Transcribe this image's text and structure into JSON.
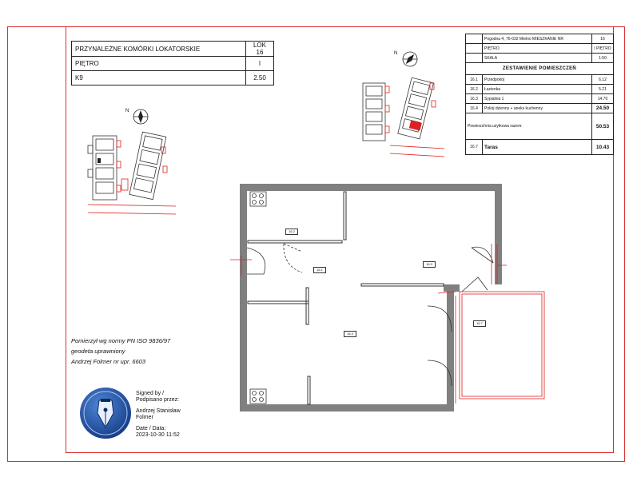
{
  "locker_table": {
    "rows": [
      {
        "label": "PRZYNALEŻNE KOMÓRKI LOKATORSKIE",
        "value": "LOK 16"
      },
      {
        "label": "PIĘTRO",
        "value": "I"
      },
      {
        "label": "K9",
        "value": "2.50"
      }
    ]
  },
  "info_table": {
    "address": {
      "label": "Pogodna 4, 76-032 Mielno MIESZKANIE NR",
      "value": "16"
    },
    "floor": {
      "label": "PIĘTRO",
      "value": "I PIĘTRO"
    },
    "scale": {
      "label": "SKALA",
      "value": "1:50"
    },
    "header": "ZESTAWIENIE POMIESZCZEŃ",
    "rooms": [
      {
        "no": "16.1",
        "name": "Przedpokój",
        "area": "6.12"
      },
      {
        "no": "16.2",
        "name": "Łazienka",
        "area": "5.21"
      },
      {
        "no": "16.3",
        "name": "Sypialnia 1",
        "area": "14.70"
      },
      {
        "no": "16.4",
        "name": "Pokój dzienny + aneks kuchenny",
        "area": "24.50"
      }
    ],
    "total": {
      "label": "Powierzchnia użytkowa razem:",
      "value": "50.53"
    },
    "terrace": {
      "no": "16.7",
      "name": "Taras",
      "area": "10.43"
    }
  },
  "plan_labels": {
    "r162": "16.2",
    "r161": "16.1",
    "r163": "16.3",
    "r164": "16.4",
    "r167": "16.7"
  },
  "compass_label": "N",
  "surveyor_note": {
    "line1": "Pomierzył wg normy  PN ISO 9836/97",
    "line2": "geodeta uprawniony",
    "line3": "Andrzej Folmer nr upr. 6603"
  },
  "signature": {
    "signed_by": "Signed by /",
    "signed_by2": "Podpisano przez:",
    "name1": "Andrzej Stanisław",
    "name2": "Folmer",
    "date_label": "Date / Data:",
    "date_value": "2023-10-30 11:52"
  },
  "colors": {
    "frame": "#d83030",
    "wall": "#808080",
    "accent": "#e02020",
    "seal": "#1d4fa8"
  }
}
